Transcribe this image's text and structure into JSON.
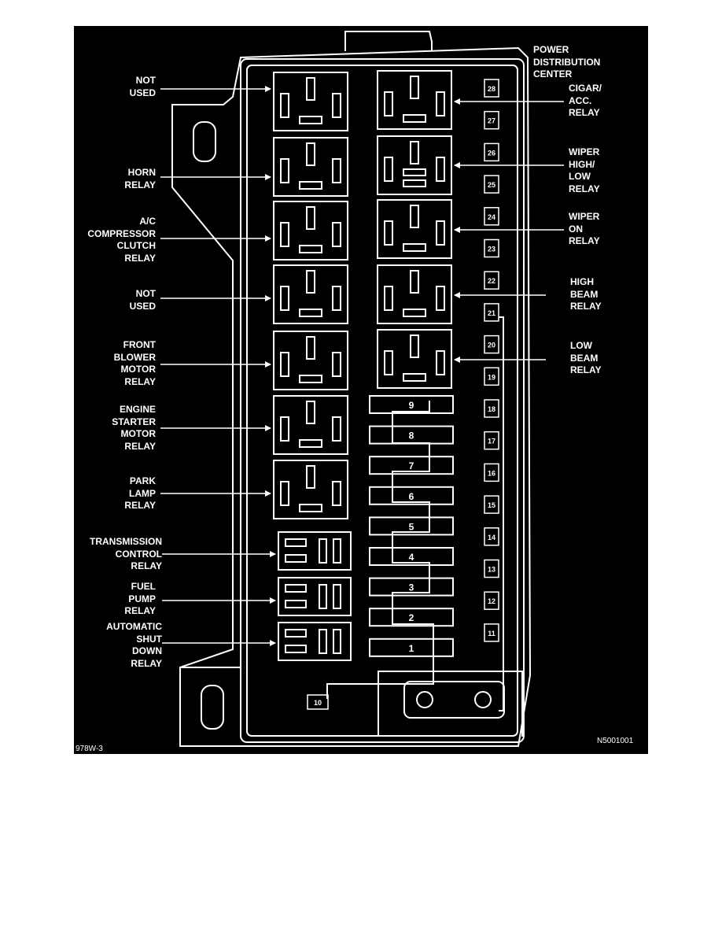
{
  "diagram": {
    "title": "POWER\nDISTRIBUTION\nCENTER",
    "left_labels": [
      "NOT\nUSED",
      "HORN\nRELAY",
      "A/C\nCOMPRESSOR\nCLUTCH\nRELAY",
      "NOT\nUSED",
      "FRONT\nBLOWER\nMOTOR\nRELAY",
      "ENGINE\nSTARTER\nMOTOR\nRELAY",
      "PARK\nLAMP\nRELAY",
      "TRANSMISSION\nCONTROL\nRELAY",
      "FUEL\nPUMP\nRELAY",
      "AUTOMATIC\nSHUT\nDOWN\nRELAY"
    ],
    "right_labels": [
      "CIGAR/\nACC.\nRELAY",
      "WIPER\nHIGH/\nLOW\nRELAY",
      "WIPER\nON\nRELAY",
      "HIGH\nBEAM\nRELAY",
      "LOW\nBEAM\nRELAY"
    ],
    "large_fuses": [
      "9",
      "8",
      "7",
      "6",
      "5",
      "4",
      "3",
      "2",
      "1"
    ],
    "small_fuses": [
      "28",
      "27",
      "26",
      "25",
      "24",
      "23",
      "22",
      "21",
      "20",
      "19",
      "18",
      "17",
      "16",
      "15",
      "14",
      "13",
      "12",
      "11"
    ],
    "bottom_fuse": "10",
    "footer_left": "978W-3",
    "footer_right": "N5001001"
  }
}
